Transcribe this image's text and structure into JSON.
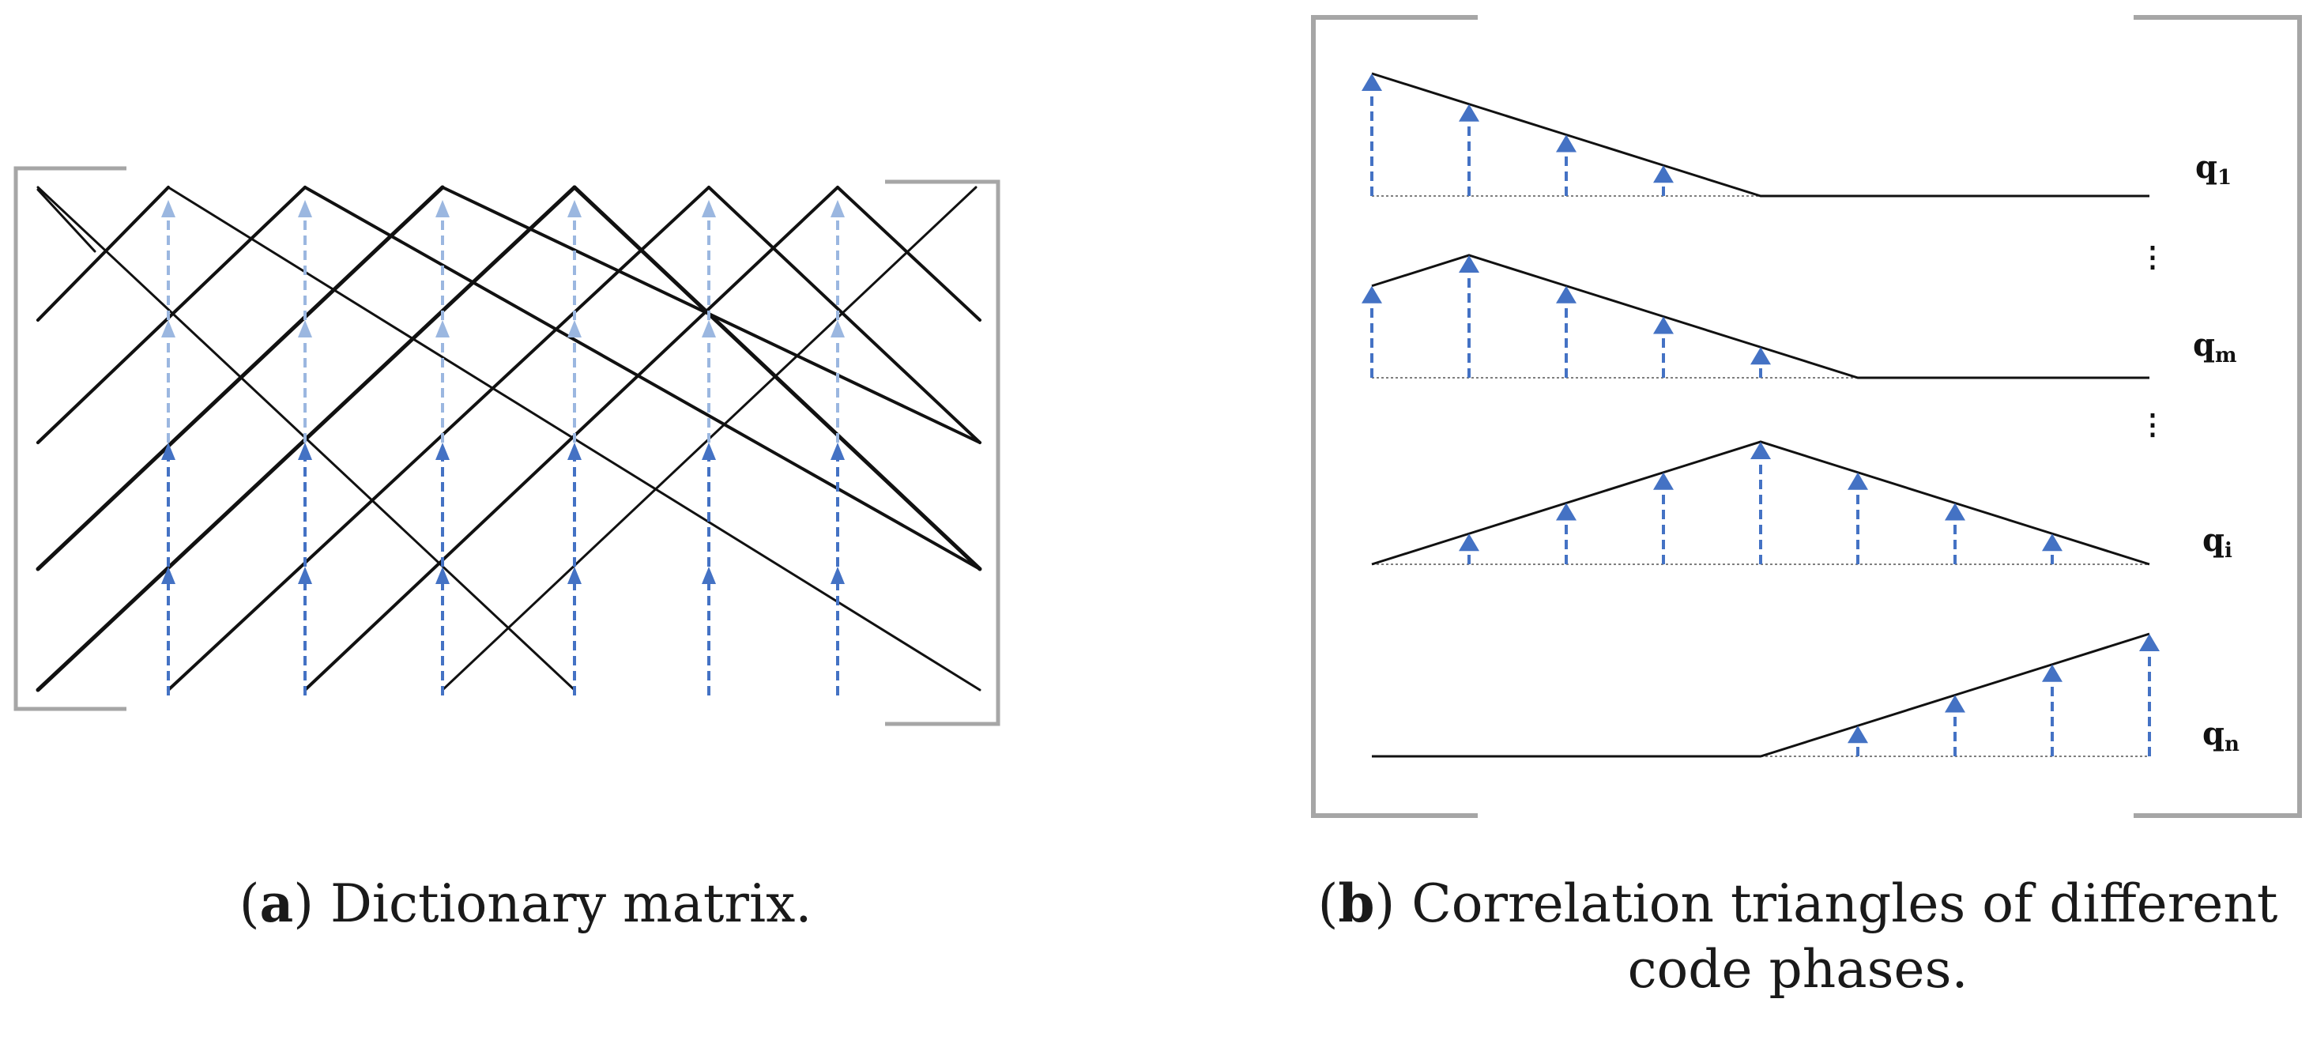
{
  "panel_a": {
    "label": "a",
    "caption": "Dictionary matrix."
  },
  "panel_b": {
    "label": "b",
    "caption_line1": "Correlation triangles of different",
    "caption_line2": "code phases.",
    "rows": [
      {
        "name": "q",
        "sub": "1"
      },
      {
        "name": "q",
        "sub": "m"
      },
      {
        "name": "q",
        "sub": "i"
      },
      {
        "name": "q",
        "sub": "n"
      }
    ],
    "ellipsis": "⋮"
  },
  "colors": {
    "line": "#111111",
    "arrow": "#4472c4",
    "arrow_light": "#9bb7e0",
    "bracket": "#a6a6a6",
    "baseline": "#7f7f7f"
  }
}
